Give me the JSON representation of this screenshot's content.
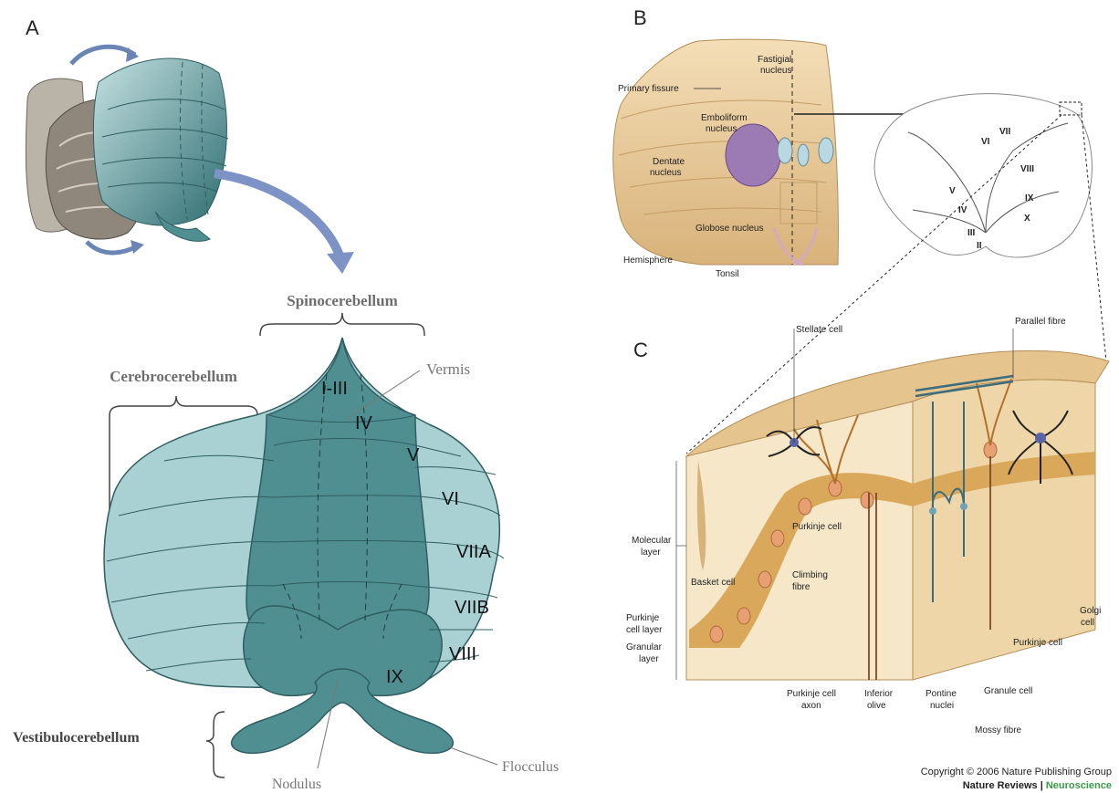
{
  "panels": {
    "a": "A",
    "b": "B",
    "c": "C"
  },
  "panel_a": {
    "regions": {
      "spinocerebellum": "Spinocerebellum",
      "cerebrocerebellum": "Cerebrocerebellum",
      "vestibulocerebellum": "Vestibulocerebellum"
    },
    "parts": {
      "vermis": "Vermis",
      "nodulus": "Nodulus",
      "flocculus": "Flocculus"
    },
    "lobules": {
      "i_iii": "I-III",
      "iv": "IV",
      "v": "V",
      "vi": "VI",
      "viia": "VIIA",
      "viib": "VIIB",
      "viii": "VIII",
      "ix": "IX"
    }
  },
  "panel_b": {
    "labels": {
      "primary_fissure": "Primary fissure",
      "fastigial_1": "Fastigial",
      "fastigial_2": "nucleus",
      "emboliform_1": "Emboliform",
      "emboliform_2": "nucleus",
      "dentate_1": "Dentate",
      "dentate_2": "nucleus",
      "globose": "Globose nucleus",
      "hemisphere": "Hemisphere",
      "tonsil": "Tonsil"
    },
    "lobules": {
      "vi": "VI",
      "vii": "VII",
      "viii": "VIII",
      "v": "V",
      "iv": "IV",
      "ix": "IX",
      "iii": "III",
      "x": "X",
      "ii": "II"
    }
  },
  "panel_c": {
    "labels": {
      "stellate": "Stellate cell",
      "parallel": "Parallel fibre",
      "molecular_1": "Molecular",
      "molecular_2": "layer",
      "purkinje_cell_inner": "Purkinje cell",
      "basket": "Basket cell",
      "climbing_1": "Climbing",
      "climbing_2": "fibre",
      "purkinje_layer_1": "Purkinje",
      "purkinje_layer_2": "cell layer",
      "granular_1": "Granular",
      "granular_2": "layer",
      "golgi_1": "Golgi",
      "golgi_2": "cell",
      "purkinje_cell_right": "Purkinje cell",
      "pc_axon_1": "Purkinje cell",
      "pc_axon_2": "axon",
      "inferior_1": "Inferior",
      "inferior_2": "olive",
      "pontine_1": "Pontine",
      "pontine_2": "nuclei",
      "granule": "Granule cell",
      "mossy": "Mossy fibre"
    }
  },
  "credit": {
    "copyright": "Copyright © 2006 Nature Publishing Group",
    "journal_prefix": "Nature Reviews | ",
    "journal_suffix": "Neuroscience"
  },
  "colors": {
    "vermis": "#4f8f92",
    "hemisphere": "#a9d1d3",
    "outline": "#2f5e61",
    "tan": "#e6c48e",
    "purkinje_band": "#d9a85a",
    "neuroscience_green": "#3a9a4a"
  }
}
